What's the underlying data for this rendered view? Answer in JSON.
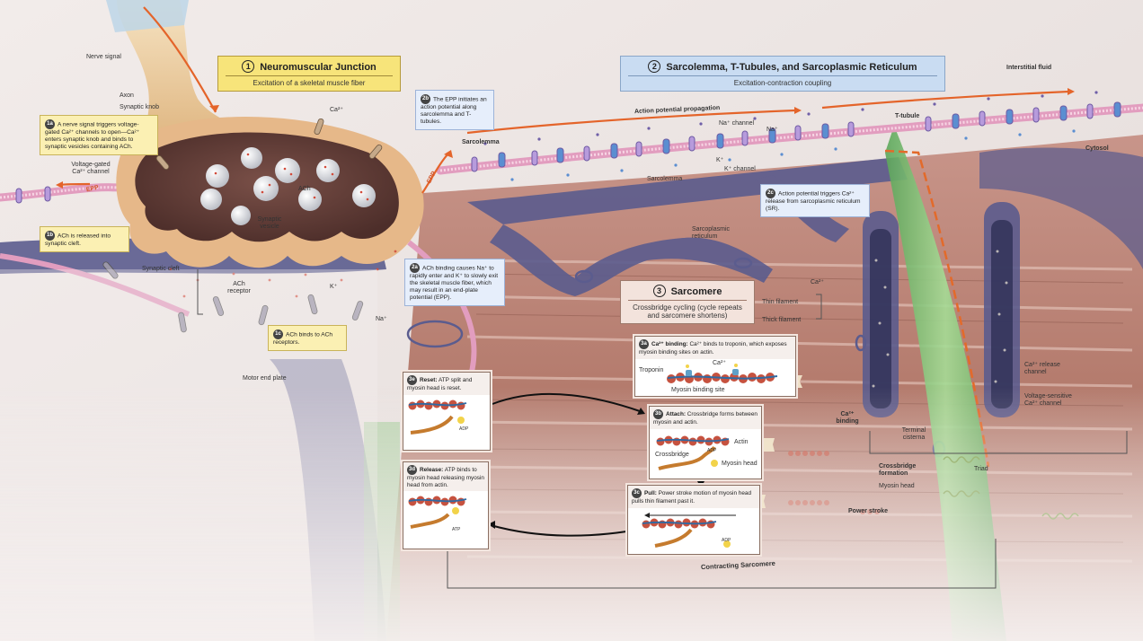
{
  "nmj": {
    "num": "1",
    "title": "Neuromuscular Junction",
    "subtitle": "Excitation of a skeletal muscle fiber",
    "labels": {
      "nerve_signal": "Nerve signal",
      "axon": "Axon",
      "synaptic_knob": "Synaptic knob",
      "vg_ca_channel": "Voltage-gated Ca²⁺ channel",
      "epp": "EPP",
      "synaptic_vesicle": "Synaptic vesicle",
      "ach": "ACh",
      "ca": "Ca²⁺",
      "synaptic_cleft": "Synaptic cleft",
      "ach_receptor": "ACh receptor",
      "k": "K⁺",
      "na": "Na⁺",
      "motor_end_plate": "Motor end plate"
    },
    "notes": {
      "n1a_tag": "1a",
      "n1a": "A nerve signal triggers voltage-gated Ca²⁺ channels to open—Ca²⁺ enters synaptic knob and binds to synaptic vesicles containing ACh.",
      "n1b_tag": "1b",
      "n1b": "ACh is released into synaptic cleft.",
      "n1c_tag": "1c",
      "n1c": "ACh binds to ACh receptors.",
      "n2a_tag": "2a",
      "n2a": "ACh binding causes Na⁺ to rapidly enter and K⁺ to slowly exit the skeletal muscle fiber, which may result in an end-plate potential (EPP).",
      "n2b_tag": "2b",
      "n2b": "The EPP initiates an action potential along sarcolemma and T-tubules."
    }
  },
  "stsr": {
    "num": "2",
    "title": "Sarcolemma, T-Tubules, and Sarcoplasmic Reticulum",
    "subtitle": "Excitation-contraction coupling",
    "labels": {
      "interstitial_fluid": "Interstitial fluid",
      "cytosol": "Cytosol",
      "ap_propagation": "Action potential propagation",
      "na_channel": "Na⁺ channel",
      "na": "Na⁺",
      "k": "K⁺",
      "k_channel": "K⁺ channel",
      "sarcolemma": "Sarcolemma",
      "sarcolemma2": "Sarcolemma",
      "epp": "EPP",
      "t_tubule": "T-tubule",
      "sarcoplasmic_reticulum": "Sarcoplasmic reticulum",
      "ca": "Ca²⁺",
      "ca_binding": "Ca²⁺ binding",
      "terminal_cisterna": "Terminal cisterna",
      "triad": "Triad",
      "ca_release_channel": "Ca²⁺ release channel",
      "voltage_sensitive": "Voltage-sensitive Ca²⁺ channel"
    },
    "notes": {
      "n2c_tag": "2c",
      "n2c": "Action potential triggers Ca²⁺ release from sarcoplasmic reticulum (SR)."
    }
  },
  "sarc": {
    "num": "3",
    "title": "Sarcomere",
    "subtitle": "Crossbridge cycling (cycle repeats and sarcomere shortens)",
    "labels": {
      "thin_filament": "Thin filament",
      "thick_filament": "Thick filament",
      "crossbridge_formation": "Crossbridge formation",
      "myosin_head": "Myosin head",
      "power_stroke": "Power stroke",
      "contracting": "Contracting Sarcomere"
    },
    "panels": {
      "p3a_tag": "3a",
      "p3a_bold": "Ca²⁺ binding:",
      "p3a": "Ca²⁺ binds to troponin, which exposes myosin binding sites on actin.",
      "p3a_troponin": "Troponin",
      "p3a_ca": "Ca²⁺",
      "p3a_site": "Myosin binding site",
      "p3b_tag": "3b",
      "p3b_bold": "Attach:",
      "p3b": "Crossbridge forms between myosin and actin.",
      "p3b_actin": "Actin",
      "p3b_cross": "Crossbridge",
      "p3b_head": "Myosin head",
      "p3b_adp": "ADP",
      "p3c_tag": "3c",
      "p3c_bold": "Pull:",
      "p3c": "Power stroke motion of myosin head pulls thin filament past it.",
      "p3c_adp": "ADP",
      "p3d_tag": "3d",
      "p3d_bold": "Release:",
      "p3d": "ATP binds to myosin head releasing myosin head from actin.",
      "p3d_atp": "ATP",
      "p3e_tag": "3e",
      "p3e_bold": "Reset:",
      "p3e": "ATP split and myosin head is reset.",
      "p3e_adp": "ADP"
    }
  },
  "colors": {
    "title_yellow": "#f7e47a",
    "title_blue": "#c9dcf2",
    "nerve": "#e8c495",
    "membrane_pink": "#e9a4c4",
    "sr_purple": "#5a5b8c",
    "muscle": "#b77f6e",
    "ttubule_green": "#7ec07a",
    "arrow_orange": "#e4642a"
  }
}
